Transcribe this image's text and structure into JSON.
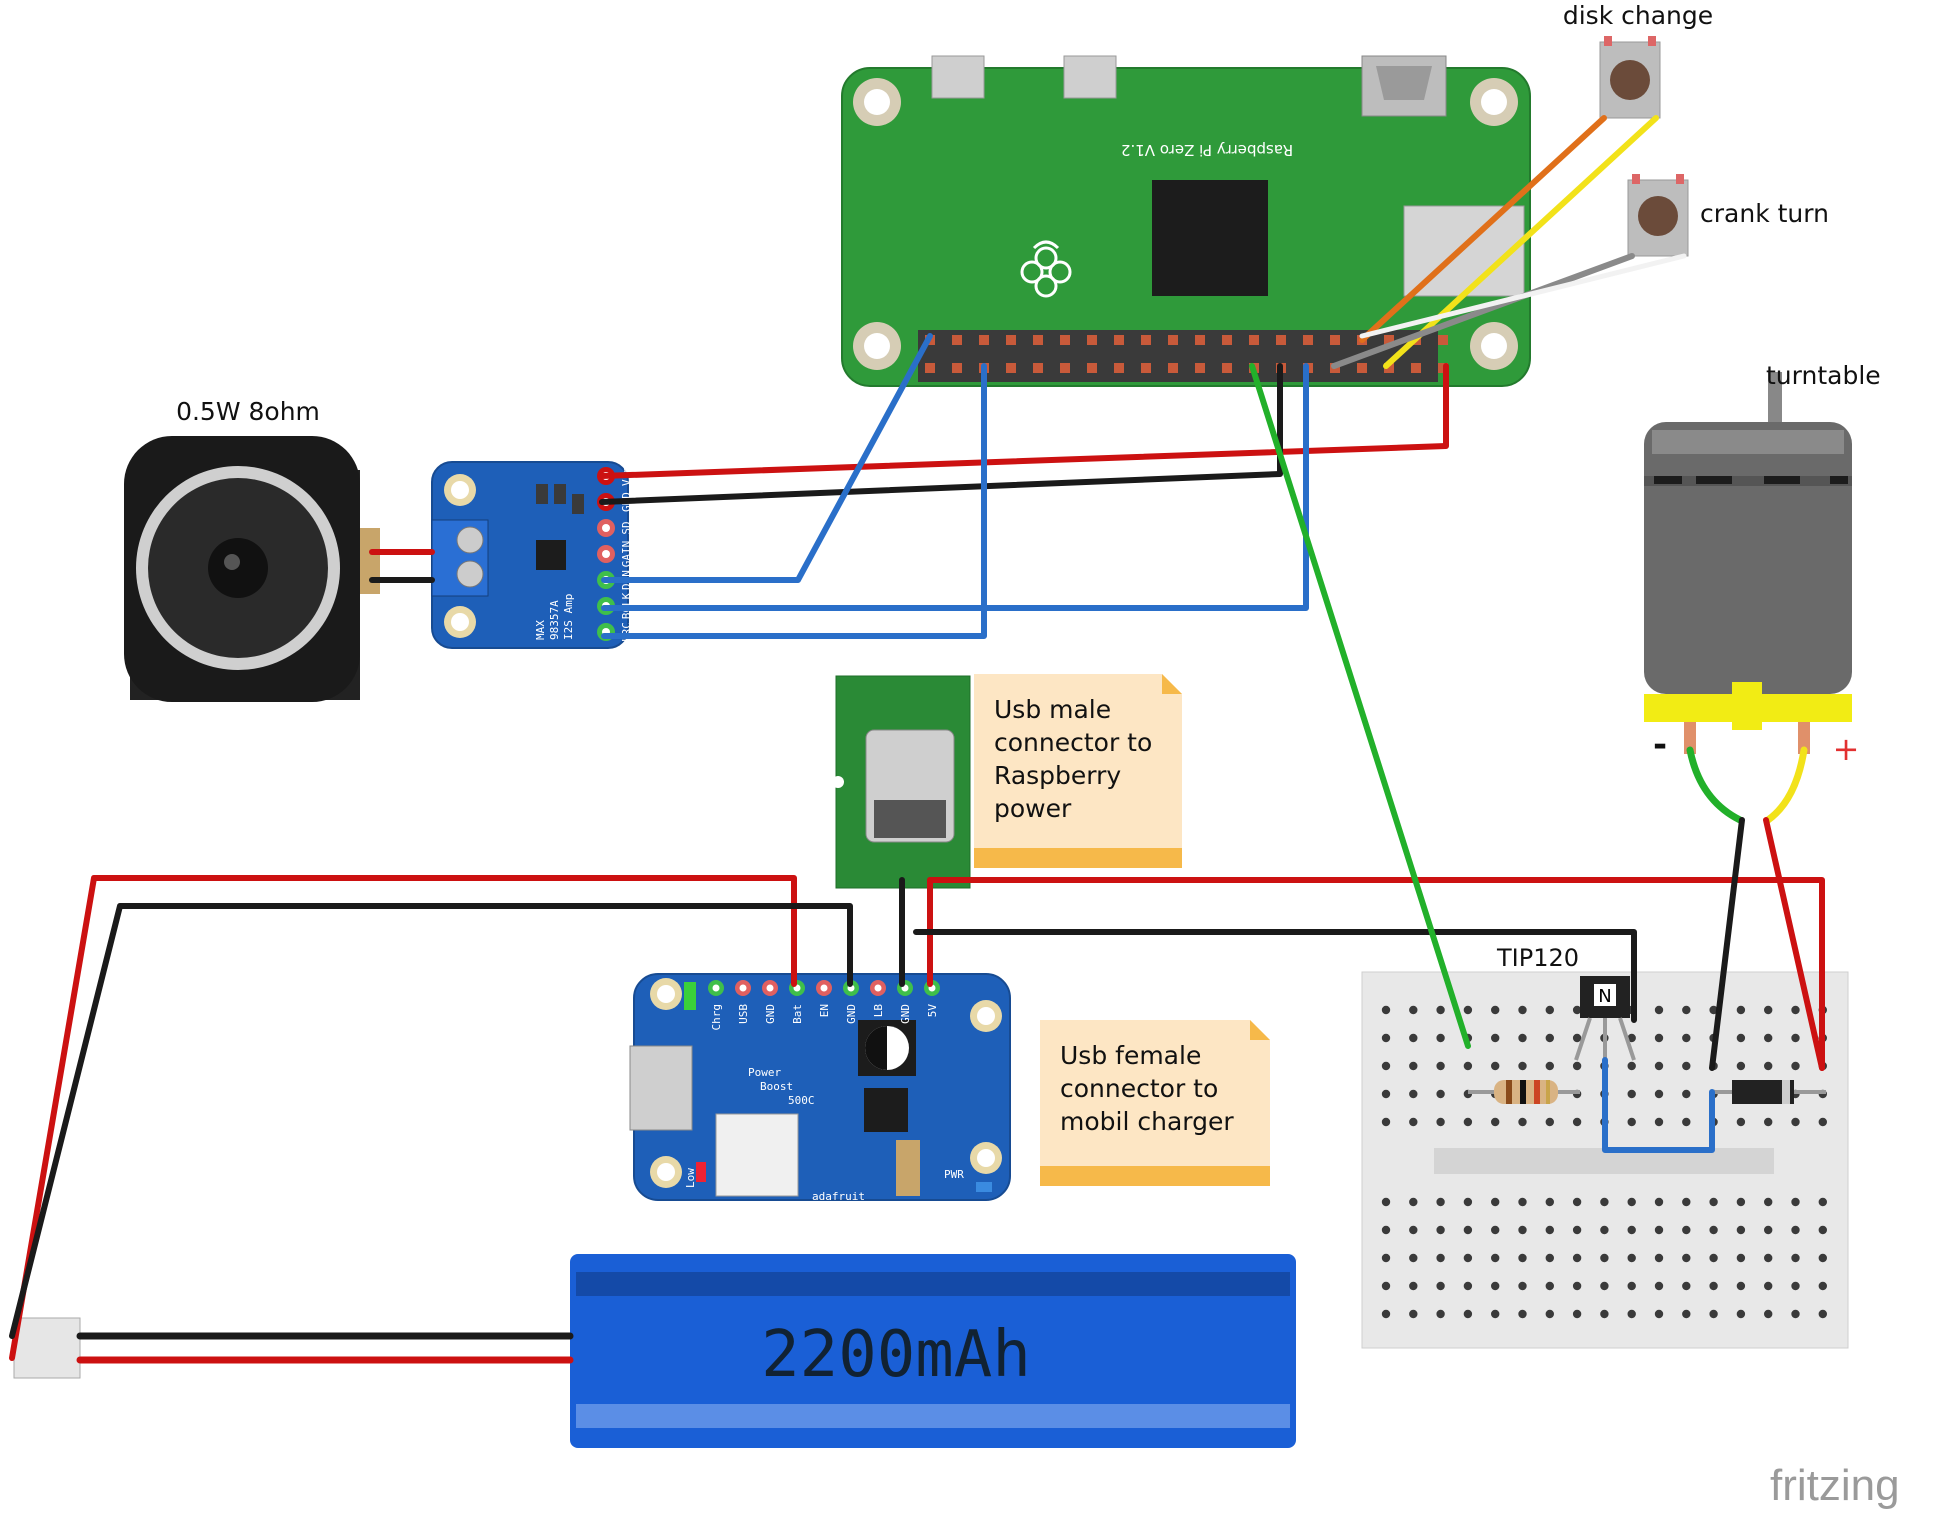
{
  "labels": {
    "disk_change": "disk change",
    "crank_turn": "crank turn",
    "turntable": "turntable",
    "speaker": "0.5W 8ohm",
    "transistor": "TIP120",
    "motor_minus": "-",
    "motor_plus": "+"
  },
  "pi": {
    "silkscreen": "Raspberry Pi Zero V1.2"
  },
  "amp": {
    "chip_text": [
      "MAX",
      "98357A",
      "I2S Amp"
    ],
    "pins": [
      "Vin",
      "GND",
      "SD",
      "GAIN",
      "DIN",
      "BCLK",
      "LRC"
    ]
  },
  "powerboost": {
    "pins": [
      "Chrg",
      "USB",
      "GND",
      "Bat",
      "EN",
      "GND",
      "LB",
      "GND",
      "5V"
    ],
    "name": [
      "Power",
      "Boost",
      "500C"
    ],
    "brand": "adafruit",
    "low": "Low",
    "pwr": "PWR"
  },
  "notes": {
    "usb_male": [
      "Usb male",
      "connector to",
      "Raspberry",
      "power"
    ],
    "usb_female": [
      "Usb female",
      "connector to",
      "mobil charger"
    ]
  },
  "battery": {
    "capacity": "2200mAh"
  },
  "watermark": "fritzing",
  "colors": {
    "wire_red": "#cc1111",
    "wire_black": "#1a1a1a",
    "wire_blue": "#2a6fc9",
    "wire_green": "#22b02a",
    "wire_orange": "#e0701a",
    "wire_yellow": "#f2e21a",
    "pcb_green": "#2f9a3a",
    "pcb_blue": "#1e5fb8",
    "battery_blue": "#1a5fd6",
    "note_yellow": "#fde6c4"
  }
}
